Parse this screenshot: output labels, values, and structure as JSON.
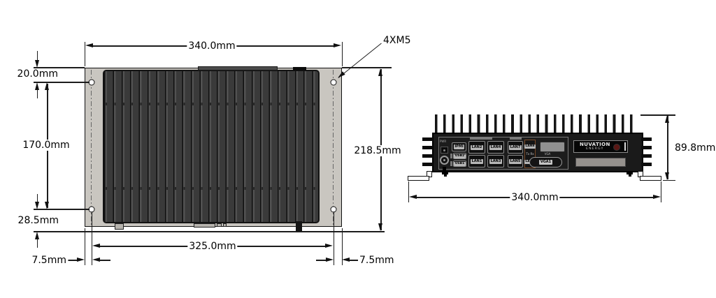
{
  "top_view": {
    "dims": {
      "overall_width": "340.0mm",
      "hole_top_offset": "20.0mm",
      "hole_vertical_spacing": "170.0mm",
      "hole_bottom_offset": "28.5mm",
      "overall_height": "218.5mm",
      "hole_horizontal_spacing": "325.0mm",
      "hole_left_offset": "7.5mm",
      "hole_right_offset": "7.5mm"
    },
    "hole_callout": "4XM5"
  },
  "front_view": {
    "dims": {
      "overall_height": "89.8mm",
      "overall_width": "340.0mm"
    },
    "panel": {
      "power": "PWR",
      "ipmi": "IPMI",
      "usb": [
        "USB2",
        "USB1"
      ],
      "lan_a": [
        "LAN2",
        "LAN4",
        "LAN1",
        "LAN3"
      ],
      "lan_b": [
        "LAN7",
        "LAN8",
        "Tx Rx",
        "LAN5",
        "LAN6"
      ],
      "vga_caption": "VGA",
      "vga_label": "VGA1"
    },
    "brand": [
      "NUVATION",
      "ENERGY"
    ]
  },
  "colors": {
    "plate": "#c9c6c0",
    "heatsink": "#3d3d3d",
    "body": "#1a1a1a",
    "bracket": "#ffffff",
    "orange_module": "#7a4a28",
    "line": "#111111"
  }
}
